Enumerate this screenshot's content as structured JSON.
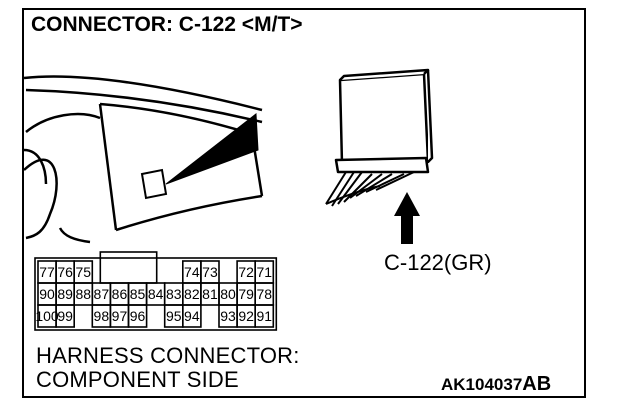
{
  "title": "CONNECTOR: C-122 <M/T>",
  "connector_callout": "C-122(GR)",
  "view_label": {
    "line1": "HARNESS CONNECTOR:",
    "line2": "COMPONENT SIDE"
  },
  "figure_code": {
    "main": "AK104037",
    "suffix": "AB"
  },
  "connector_pins": {
    "row1": [
      "77",
      "76",
      "75",
      "74",
      "73",
      "72",
      "71"
    ],
    "row2": [
      "90",
      "89",
      "88",
      "87",
      "86",
      "85",
      "84",
      "83",
      "82",
      "81",
      "80",
      "79",
      "78"
    ],
    "row3": [
      "100",
      "99",
      "98",
      "97",
      "96",
      "95",
      "94",
      "93",
      "92",
      "91"
    ]
  },
  "colors": {
    "line": "#000000",
    "background": "#ffffff"
  }
}
